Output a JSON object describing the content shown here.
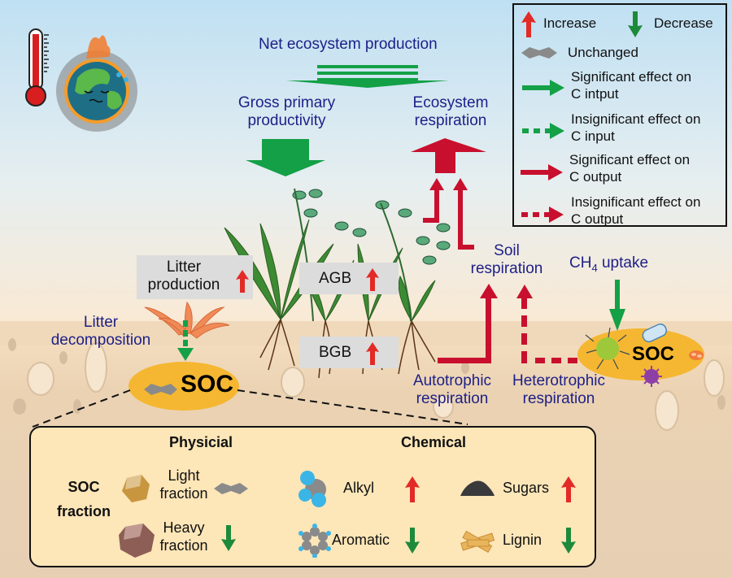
{
  "colors": {
    "sky_top": "#bfe0f3",
    "sky_bottom": "#fdf1df",
    "soil": "#ecd4b6",
    "soil_dark": "#e2c6a6",
    "label_blue": "#1d1f87",
    "increase_red": "#e22a26",
    "decrease_green": "#1c8a3a",
    "input_green": "#13a046",
    "output_red": "#c8102e",
    "unchanged_gray": "#8a8a8a",
    "soc_orange": "#f5b731",
    "panel_fill": "#fde6b8"
  },
  "legend": {
    "increase": "Increase",
    "decrease": "Decrease",
    "unchanged": "Unchanged",
    "sig_input_1": "Significant effect on",
    "sig_input_2": "C intput",
    "insig_input_1": "Insignificant effect on",
    "insig_input_2": "C input",
    "sig_output_1": "Significant effect on",
    "sig_output_2": "C output",
    "insig_output_1": "Insignificant effect on",
    "insig_output_2": "C output"
  },
  "flux": {
    "nep": "Net ecosystem production",
    "gpp_1": "Gross primary",
    "gpp_2": "productivity",
    "er_1": "Ecosystem",
    "er_2": "respiration",
    "soil_resp_1": "Soil",
    "soil_resp_2": "respiration",
    "ch4_main": "CH",
    "ch4_sub": "4",
    "ch4_rest": " uptake",
    "auto_1": "Autotrophic",
    "auto_2": "respiration",
    "hetero_1": "Heterotrophic",
    "hetero_2": "respiration",
    "litter_decomp_1": "Litter",
    "litter_decomp_2": "decomposition"
  },
  "boxes": {
    "litter_prod_1": "Litter",
    "litter_prod_2": "production",
    "agb": "AGB",
    "bgb": "BGB"
  },
  "soc": {
    "left": "SOC",
    "right": "SOC"
  },
  "panel": {
    "row_title_1": "SOC",
    "row_title_2": "fraction",
    "physical_header": "Physicial",
    "chemical_header": "Chemical",
    "items": [
      {
        "name_1": "Light",
        "name_2": "fraction",
        "trend": "unchanged"
      },
      {
        "name_1": "Heavy",
        "name_2": "fraction",
        "trend": "decrease"
      },
      {
        "name_1": "Alkyl",
        "name_2": "",
        "trend": "increase"
      },
      {
        "name_1": "Aromatic",
        "name_2": "",
        "trend": "decrease"
      },
      {
        "name_1": "Sugars",
        "name_2": "",
        "trend": "increase"
      },
      {
        "name_1": "Lignin",
        "name_2": "",
        "trend": "decrease"
      }
    ]
  }
}
